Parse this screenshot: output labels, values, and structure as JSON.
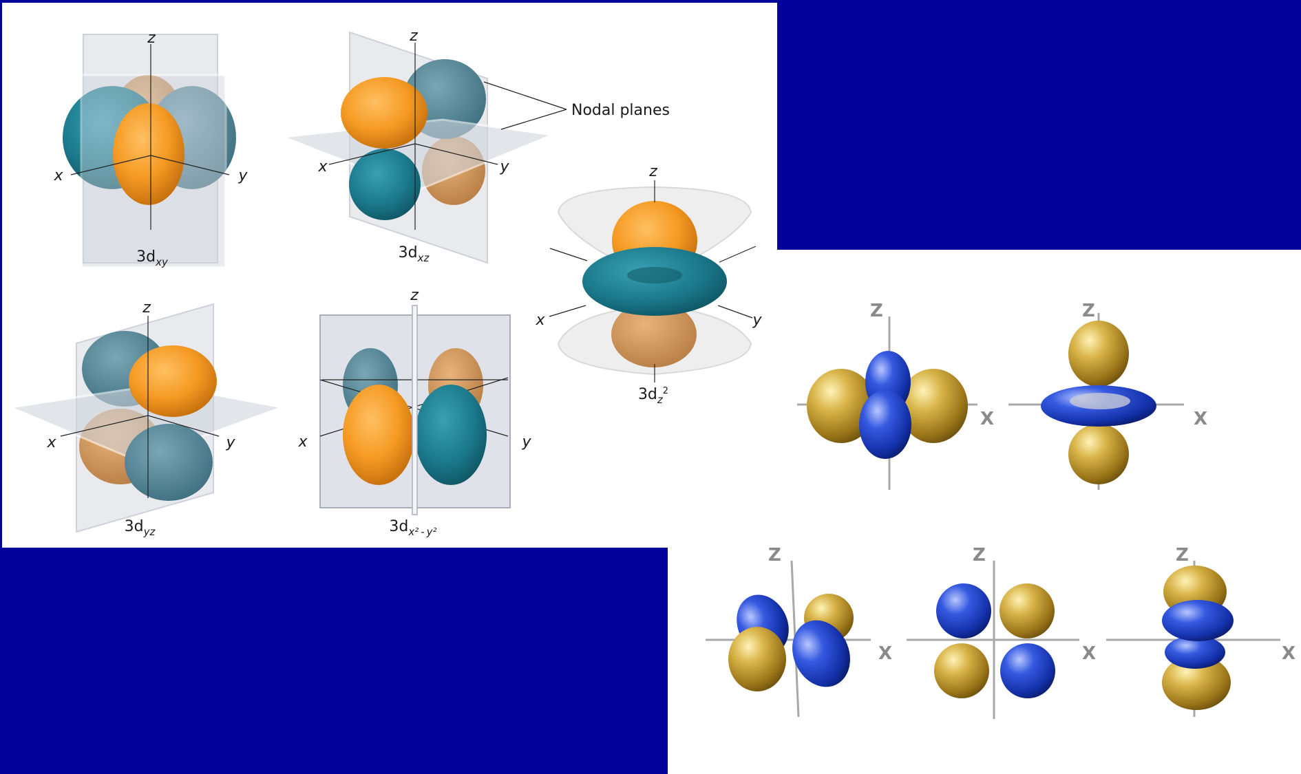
{
  "axis_labels": {
    "x": "x",
    "y": "y",
    "z": "z"
  },
  "callout": {
    "nodal_planes": "Nodal planes"
  },
  "orbitals": [
    {
      "prefix": "3d",
      "subscript": "xy"
    },
    {
      "prefix": "3d",
      "subscript": "xz"
    },
    {
      "prefix": "3d",
      "subscript": "z",
      "superscript": "2"
    },
    {
      "prefix": "3d",
      "subscript": "yz"
    },
    {
      "prefix": "3d",
      "subscript_html": "x² - y²",
      "subscript": "x2 - y2"
    }
  ],
  "render_axes": {
    "x": "X",
    "z": "Z"
  },
  "colors": {
    "background": "#02029a",
    "panel": "#ffffff",
    "lobe_orange": "#f59a23",
    "lobe_teal": "#1b7a8c",
    "plane": "#c7ccd6",
    "lobe_gold": "#c9a030",
    "lobe_blue": "#1a3ec8"
  }
}
